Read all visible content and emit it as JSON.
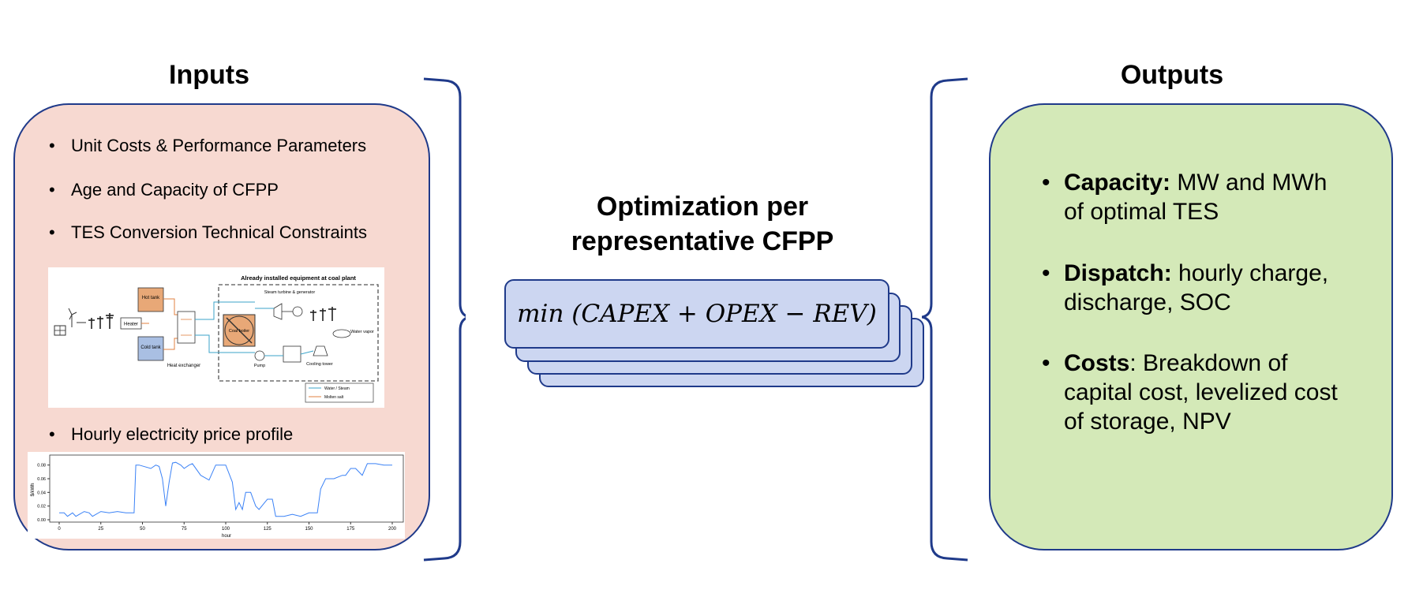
{
  "inputs": {
    "title": "Inputs",
    "bullets": [
      "Unit Costs & Performance Parameters",
      "Age and Capacity of CFPP",
      "TES Conversion Technical Constraints",
      "Hourly electricity price profile"
    ],
    "schematic": {
      "title": "Already installed equipment at coal plant",
      "hot_tank": "Hot tank",
      "cold_tank": "Cold tank",
      "heater": "Heater",
      "heat_exchanger": "Heat exchanger",
      "coal_boiler": "Coal boiler",
      "steam_turbine": "Steam turbine & generator",
      "water_vapor": "Water vapor",
      "pump": "Pump",
      "cooling_tower": "Cooling tower",
      "legend_water": "Water / Steam",
      "legend_salt": "Molten salt"
    },
    "price_chart": {
      "ylabel": "$/kWh",
      "xlabel": "hour",
      "x_ticks": [
        "0",
        "25",
        "50",
        "75",
        "100",
        "125",
        "150",
        "175",
        "200"
      ],
      "y_ticks": [
        "0.00",
        "0.02",
        "0.04",
        "0.06",
        "0.08"
      ]
    }
  },
  "middle": {
    "title_line1": "Optimization per",
    "title_line2": "representative CFPP",
    "formula": "min (CAPEX + OPEX  − REV)"
  },
  "outputs": {
    "title": "Outputs",
    "items": [
      {
        "bold": "Capacity:",
        "text": " MW and MWh of optimal TES"
      },
      {
        "bold": "Dispatch:",
        "text": " hourly charge, discharge, SOC"
      },
      {
        "bold": "Costs",
        "text": ": Breakdown of capital cost, levelized cost of storage, NPV"
      }
    ]
  },
  "colors": {
    "inputs_bg": "#f7d9d1",
    "outputs_bg": "#d4e9b8",
    "card_bg": "#ccd6f1",
    "border": "#1f3a8a",
    "hot_tank": "#e8a877",
    "cold_tank": "#a9bfe3",
    "line_blue": "#3b82f6"
  },
  "chart_data": {
    "type": "line",
    "xlabel": "hour",
    "ylabel": "$/kWh",
    "xlim": [
      0,
      200
    ],
    "ylim": [
      0,
      0.09
    ],
    "x": [
      0,
      3,
      5,
      8,
      10,
      15,
      18,
      20,
      25,
      30,
      35,
      40,
      45,
      46,
      48,
      55,
      58,
      60,
      62,
      64,
      66,
      68,
      70,
      73,
      75,
      78,
      80,
      85,
      90,
      94,
      96,
      100,
      104,
      106,
      108,
      110,
      112,
      115,
      118,
      120,
      125,
      128,
      130,
      135,
      140,
      145,
      150,
      155,
      157,
      160,
      165,
      170,
      172,
      175,
      178,
      182,
      185,
      190,
      195,
      200
    ],
    "y": [
      0.01,
      0.01,
      0.005,
      0.01,
      0.005,
      0.012,
      0.01,
      0.005,
      0.012,
      0.01,
      0.012,
      0.01,
      0.01,
      0.08,
      0.08,
      0.075,
      0.08,
      0.078,
      0.06,
      0.02,
      0.055,
      0.083,
      0.084,
      0.08,
      0.075,
      0.08,
      0.082,
      0.065,
      0.058,
      0.08,
      0.08,
      0.08,
      0.055,
      0.015,
      0.025,
      0.015,
      0.04,
      0.04,
      0.02,
      0.015,
      0.03,
      0.03,
      0.005,
      0.005,
      0.008,
      0.005,
      0.01,
      0.01,
      0.045,
      0.06,
      0.06,
      0.065,
      0.065,
      0.075,
      0.075,
      0.065,
      0.082,
      0.082,
      0.08,
      0.08
    ]
  }
}
